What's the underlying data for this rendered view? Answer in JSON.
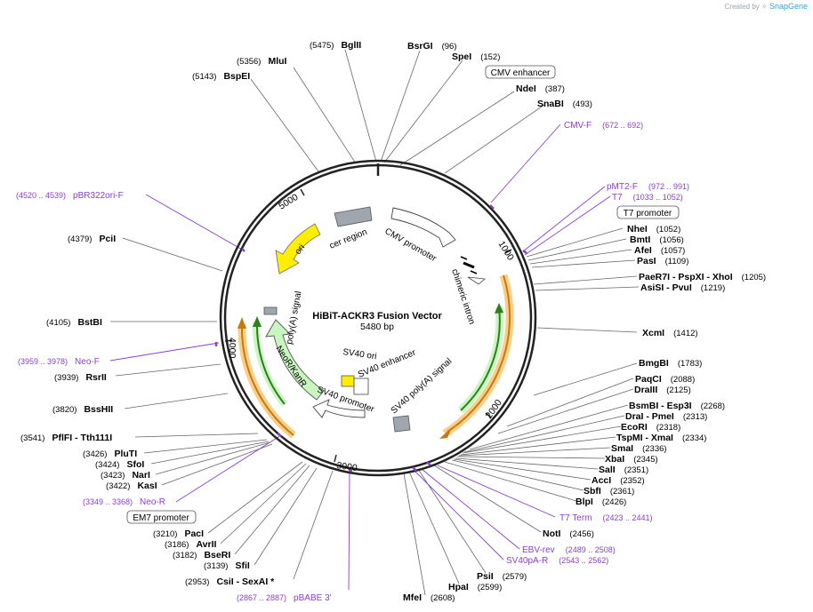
{
  "credit": {
    "prefix": "Created by",
    "brand": "SnapGene"
  },
  "plasmid": {
    "name": "HiBiT-ACKR3  Fusion Vector",
    "size_label": "5480 bp",
    "length": 5480
  },
  "ticks": [
    "1000",
    "2000",
    "3000",
    "4000",
    "5000"
  ],
  "sites": [
    {
      "id": "bglii",
      "name": "BglII",
      "pos": "(5475)"
    },
    {
      "id": "bsrgi",
      "name": "BsrGI",
      "pos": "(96)"
    },
    {
      "id": "spei",
      "name": "SpeI",
      "pos": "(152)"
    },
    {
      "id": "mlui",
      "name": "MluI",
      "pos": "(5356)"
    },
    {
      "id": "bspei",
      "name": "BspEI",
      "pos": "(5143)"
    },
    {
      "id": "ndei",
      "name": "NdeI",
      "pos": "(387)"
    },
    {
      "id": "snabi",
      "name": "SnaBI",
      "pos": "(493)"
    },
    {
      "id": "nhei",
      "name": "NheI",
      "pos": "(1052)"
    },
    {
      "id": "bmti",
      "name": "BmtI",
      "pos": "(1056)"
    },
    {
      "id": "afei",
      "name": "AfeI",
      "pos": "(1057)"
    },
    {
      "id": "pasi",
      "name": "PasI",
      "pos": "(1109)"
    },
    {
      "id": "paer7i",
      "name": "PaeR7I - PspXI - XhoI",
      "pos": "(1205)"
    },
    {
      "id": "asisi",
      "name": "AsiSI - PvuI",
      "pos": "(1219)"
    },
    {
      "id": "xcmi",
      "name": "XcmI",
      "pos": "(1412)"
    },
    {
      "id": "bmgbi",
      "name": "BmgBI",
      "pos": "(1783)"
    },
    {
      "id": "paqci",
      "name": "PaqCI",
      "pos": "(2088)"
    },
    {
      "id": "draiii",
      "name": "DraIII",
      "pos": "(2125)"
    },
    {
      "id": "bsmbi",
      "name": "BsmBI - Esp3I",
      "pos": "(2268)"
    },
    {
      "id": "drai",
      "name": "DraI - PmeI",
      "pos": "(2313)"
    },
    {
      "id": "ecori",
      "name": "EcoRI",
      "pos": "(2318)"
    },
    {
      "id": "tspmi",
      "name": "TspMI - XmaI",
      "pos": "(2334)"
    },
    {
      "id": "smai",
      "name": "SmaI",
      "pos": "(2336)"
    },
    {
      "id": "xbai",
      "name": "XbaI",
      "pos": "(2345)"
    },
    {
      "id": "sali",
      "name": "SalI",
      "pos": "(2351)"
    },
    {
      "id": "acci",
      "name": "AccI",
      "pos": "(2352)"
    },
    {
      "id": "sbfi",
      "name": "SbfI",
      "pos": "(2361)"
    },
    {
      "id": "blpi",
      "name": "BlpI",
      "pos": "(2426)"
    },
    {
      "id": "noti",
      "name": "NotI",
      "pos": "(2456)"
    },
    {
      "id": "psii",
      "name": "PsiI",
      "pos": "(2579)"
    },
    {
      "id": "hpai",
      "name": "HpaI",
      "pos": "(2599)"
    },
    {
      "id": "mfei",
      "name": "MfeI",
      "pos": "(2608)"
    },
    {
      "id": "pcii",
      "name": "PciI",
      "pos": "(4379)"
    },
    {
      "id": "bstbi",
      "name": "BstBI",
      "pos": "(4105)"
    },
    {
      "id": "rsrii",
      "name": "RsrII",
      "pos": "(3939)"
    },
    {
      "id": "bsshii",
      "name": "BssHII",
      "pos": "(3820)"
    },
    {
      "id": "pflfi",
      "name": "PflFI - Tth111I",
      "pos": "(3541)"
    },
    {
      "id": "pluti",
      "name": "PluTI",
      "pos": "(3426)"
    },
    {
      "id": "sfoi",
      "name": "SfoI",
      "pos": "(3424)"
    },
    {
      "id": "nari",
      "name": "NarI",
      "pos": "(3423)"
    },
    {
      "id": "kasi",
      "name": "KasI",
      "pos": "(3422)"
    },
    {
      "id": "paci",
      "name": "PacI",
      "pos": "(3210)"
    },
    {
      "id": "avrii",
      "name": "AvrII",
      "pos": "(3186)"
    },
    {
      "id": "bseri",
      "name": "BseRI",
      "pos": "(3182)"
    },
    {
      "id": "sfii",
      "name": "SfiI",
      "pos": "(3139)"
    },
    {
      "id": "csii",
      "name": "CsiI - SexAI *",
      "pos": "(2953)"
    }
  ],
  "primers": [
    {
      "id": "cmvf",
      "name": "CMV-F",
      "pos": "(672 .. 692)"
    },
    {
      "id": "pmt2f",
      "name": "pMT2-F",
      "pos": "(972 .. 991)"
    },
    {
      "id": "t7",
      "name": "T7",
      "pos": "(1033 .. 1052)"
    },
    {
      "id": "t7term",
      "name": "T7 Term",
      "pos": "(2423 .. 2441)"
    },
    {
      "id": "ebvrev",
      "name": "EBV-rev",
      "pos": "(2489 .. 2508)"
    },
    {
      "id": "sv40par",
      "name": "SV40pA-R",
      "pos": "(2543 .. 2562)"
    },
    {
      "id": "pbabe3",
      "name": "pBABE 3'",
      "pos": "(2867 .. 2887)"
    },
    {
      "id": "neor",
      "name": "Neo-R",
      "pos": "(3349 .. 3368)"
    },
    {
      "id": "neof",
      "name": "Neo-F",
      "pos": "(3959 .. 3978)"
    },
    {
      "id": "pbr322",
      "name": "pBR322ori-F",
      "pos": "(4520 .. 4539)"
    }
  ],
  "boxed": [
    {
      "id": "cmvenh",
      "name": "CMV enhancer"
    },
    {
      "id": "t7prom",
      "name": "T7 promoter"
    },
    {
      "id": "em7",
      "name": "EM7 promoter"
    }
  ],
  "features": {
    "cer_region": "cer region",
    "cmv_promoter": "CMV promoter",
    "chimeric_intron": "chimeric intron",
    "ori": "ori",
    "polya_signal": "poly(A) signal",
    "neor_kanr": "NeoR/KanR",
    "sv40_ori": "SV40 ori",
    "sv40_enhancer": "SV40 enhancer",
    "sv40_promoter": "SV40 promoter",
    "sv40_polya": "SV40 poly(A) signal"
  },
  "colors": {
    "backbone": "#222222",
    "primer": "#8a3fc9",
    "ori": "#ffee00",
    "neor": "#c8f5c0",
    "cer": "#9ea6ae",
    "orf": "#f5a623",
    "orf_green": "#5aa83a",
    "promoter": "#ffffff"
  }
}
